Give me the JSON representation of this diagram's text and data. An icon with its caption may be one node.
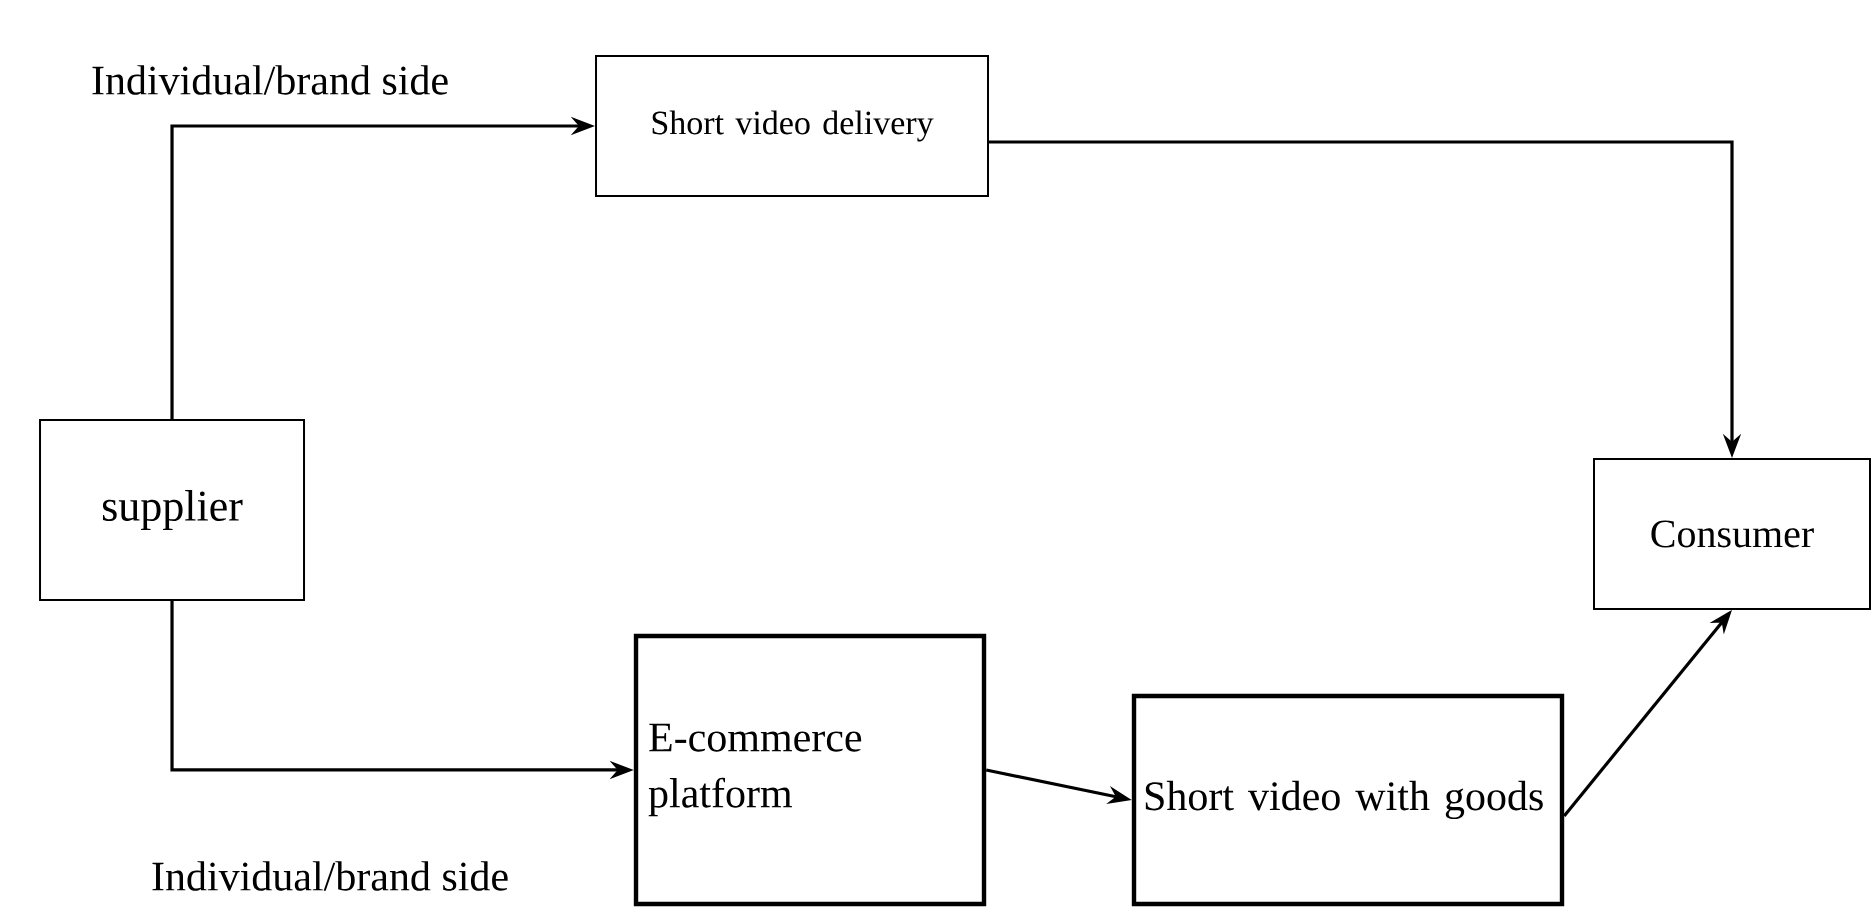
{
  "diagram": {
    "nodes": [
      {
        "text": [
          "supplier"
        ]
      },
      {
        "text": [
          "Short video delivery"
        ]
      },
      {
        "text": [
          "Consumer"
        ]
      },
      {
        "text": [
          "E-commerce platform"
        ]
      },
      {
        "text": [
          "Short video with goods"
        ]
      }
    ],
    "edges": [
      {
        "from": 0,
        "to": 1,
        "arrow": "to",
        "label": "Individual/brand side"
      },
      {
        "from": 1,
        "to": 2,
        "arrow": "to"
      },
      {
        "from": 0,
        "to": 3,
        "arrow": "to",
        "label": "Individual/brand side"
      },
      {
        "from": 3,
        "to": 4,
        "arrow": "to"
      },
      {
        "from": 4,
        "to": 2,
        "arrow": "to"
      }
    ]
  }
}
